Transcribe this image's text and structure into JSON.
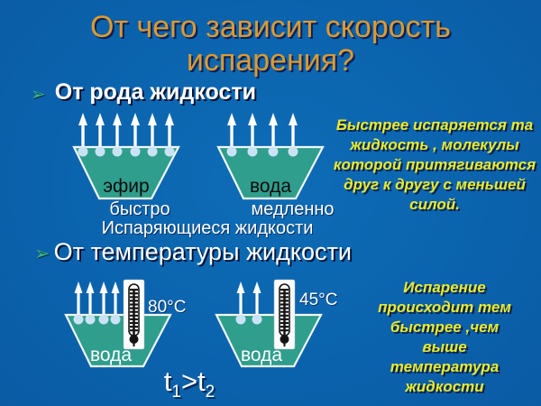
{
  "slide": {
    "title_line1": "От чего зависит скорость",
    "title_line2": "испарения?",
    "bullet1": {
      "marker": "➢",
      "label": "От рода жидкости"
    },
    "bullet2": {
      "marker": "➢",
      "label": "От температуры жидкости"
    },
    "row1": {
      "vessel_left": {
        "label": "эфир",
        "caption": "быстро",
        "arrows": 6
      },
      "vessel_right": {
        "label": "вода",
        "caption": "медленно",
        "arrows": 4
      },
      "caption": "Испаряющиеся жидкости",
      "note_lines": [
        "Быстрее испаряется та",
        "жидкость , молекулы",
        "которой притягиваются",
        "друг к другу с меньшей",
        "силой."
      ]
    },
    "row2": {
      "vessel_left": {
        "label": "вода",
        "temperature": "80°C",
        "arrows": 4
      },
      "vessel_right": {
        "label": "вода",
        "temperature": "45°C",
        "arrows": 2
      },
      "formula": {
        "base1": "t",
        "sub1": "1",
        "operator": ">",
        "base2": "t",
        "sub2": "2"
      },
      "note_lines": [
        "Испарение",
        "происходит тем",
        "быстрее ,чем",
        "выше",
        "температура",
        "жидкости"
      ]
    },
    "colors": {
      "background": "#0b63ad",
      "title": "#db9a31",
      "note_yellow": "#eaea2d",
      "vessel_teal": "#2f9e8c",
      "bullet_green": "#3fb47a"
    }
  }
}
